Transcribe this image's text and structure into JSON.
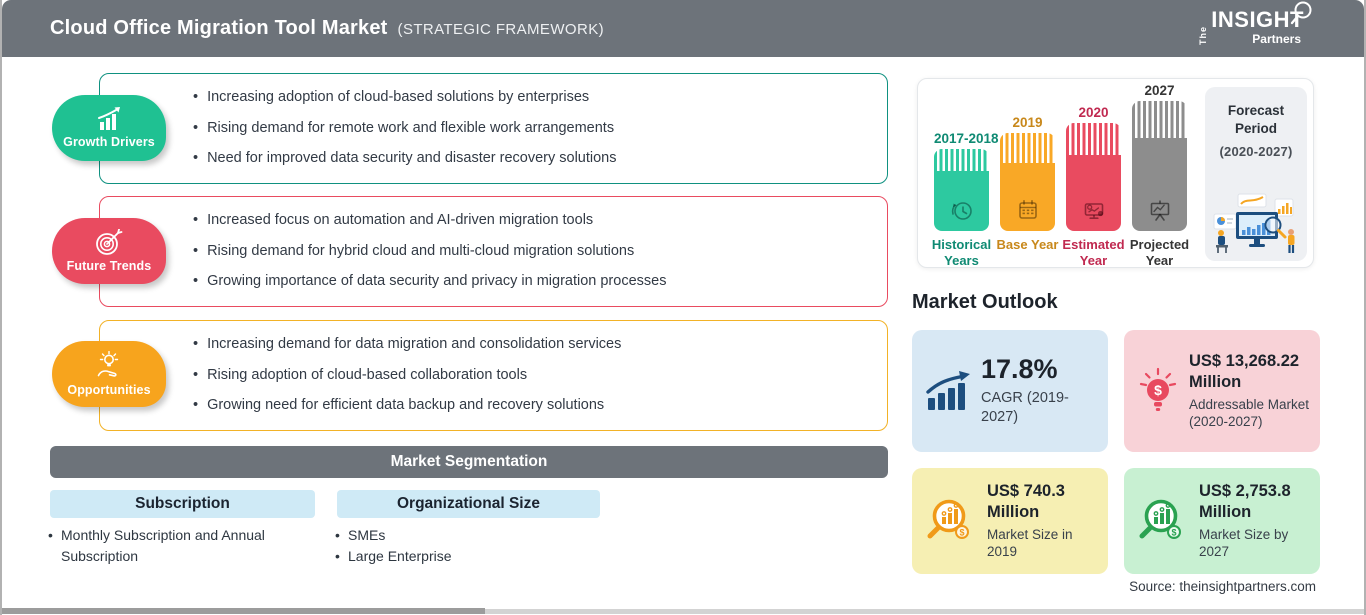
{
  "header": {
    "title": "Cloud Office Migration Tool Market",
    "subtitle": "(STRATEGIC FRAMEWORK)",
    "logo": {
      "the": "The",
      "insight": "INSIGHT",
      "partners": "Partners"
    }
  },
  "sections": [
    {
      "label": "Growth Drivers",
      "badge_color": "#1fc192",
      "border_color": "#0f9180",
      "icon": "growth-bars-arrow-icon",
      "bullets": [
        "Increasing adoption of cloud-based solutions by enterprises",
        "Rising demand for remote work and flexible work arrangements",
        "Need for improved data security and disaster recovery solutions"
      ]
    },
    {
      "label": "Future Trends",
      "badge_color": "#e94b60",
      "border_color": "#e94b60",
      "icon": "target-dart-icon",
      "bullets": [
        "Increased focus on automation and AI-driven migration tools",
        "Rising demand for hybrid cloud and multi-cloud migration solutions",
        "Growing importance of data security and privacy in migration processes"
      ]
    },
    {
      "label": "Opportunities",
      "badge_color": "#f7a41d",
      "border_color": "#f2b227",
      "icon": "bulb-hand-icon",
      "bullets": [
        "Increasing demand for data migration and consolidation services",
        "Rising adoption of cloud-based collaboration tools",
        "Growing need for efficient data backup and recovery solutions"
      ]
    }
  ],
  "segmentation": {
    "title": "Market Segmentation",
    "columns": [
      {
        "title": "Subscription",
        "items": [
          "Monthly Subscription and Annual Subscription"
        ]
      },
      {
        "title": "Organizational Size",
        "items": [
          "SMEs",
          "Large Enterprise"
        ]
      }
    ]
  },
  "timeline": {
    "bars": [
      {
        "year": "2017-2018",
        "name": "Historical Years",
        "color": "#2dc9a0",
        "icon": "history-clock-icon"
      },
      {
        "year": "2019",
        "name": "Base Year",
        "color": "#f9a826",
        "icon": "calendar-icon"
      },
      {
        "year": "2020",
        "name": "Estimated Year",
        "color": "#e94b60",
        "icon": "analytics-monitor-icon"
      },
      {
        "year": "2027",
        "name": "Projected Year",
        "color": "#8d8d8d",
        "icon": "presentation-chart-icon"
      }
    ],
    "forecast": {
      "title": "Forecast Period",
      "period": "(2020-2027)"
    }
  },
  "outlook": {
    "title": "Market Outlook",
    "cards": [
      {
        "value": "17.8%",
        "label": "CAGR (2019-2027)",
        "bg": "#d8e8f4",
        "icon": "growth-arrow-bars-icon",
        "icon_color": "#1d4e7f"
      },
      {
        "value": "US$ 13,268.22 Million",
        "label": "Addressable Market (2020-2027)",
        "bg": "#f8d2d7",
        "icon": "dollar-bulb-icon",
        "icon_color": "#e8495f"
      },
      {
        "value": "US$ 740.3 Million",
        "label": "Market Size in 2019",
        "bg": "#f6efb3",
        "icon": "magnifier-bars-icon",
        "icon_color": "#f09a19"
      },
      {
        "value": "US$ 2,753.8 Million",
        "label": "Market Size by 2027",
        "bg": "#c8f0d2",
        "icon": "magnifier-bars-icon",
        "icon_color": "#2aa251"
      }
    ],
    "source": "Source: theinsightpartners.com"
  },
  "colors": {
    "header_bg": "#6d737a",
    "segmentation_bar_bg": "#6d737a",
    "segment_header_bg": "#cfeaf6"
  }
}
